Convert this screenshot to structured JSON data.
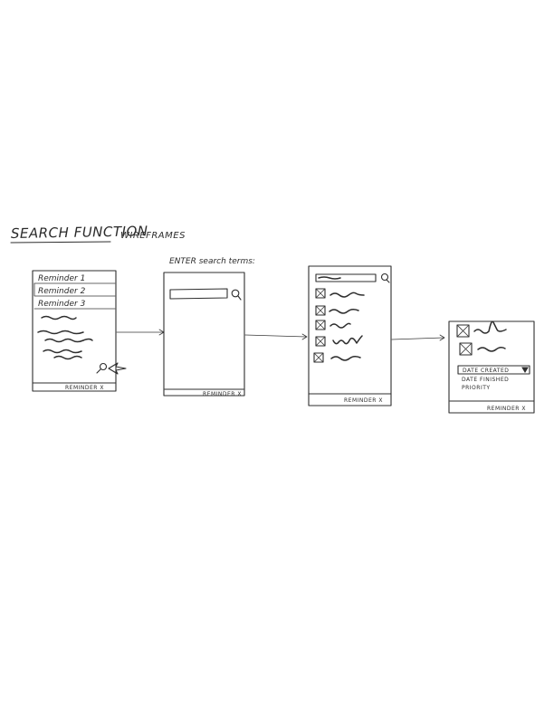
{
  "title": {
    "main": "SEARCH FUNCTION",
    "sub": "WIREFRAMES"
  },
  "screen1": {
    "items": [
      "Reminder 1",
      "Reminder 2",
      "Reminder 3"
    ],
    "footer": "REMINDER X",
    "search_icon": "search-icon",
    "pointer_icon": "cursor-arrow-icon"
  },
  "screen2": {
    "label": "ENTER search terms:",
    "footer": "REMINDER X",
    "search_icon": "search-icon"
  },
  "screen3": {
    "footer": "REMINDER X",
    "search_icon": "search-icon",
    "result_count": 5
  },
  "screen4": {
    "dropdown_selected": "DATE CREATED",
    "dropdown_options": [
      "DATE FINISHED",
      "PRIORITY"
    ],
    "footer": "REMINDER X",
    "result_count": 2
  }
}
